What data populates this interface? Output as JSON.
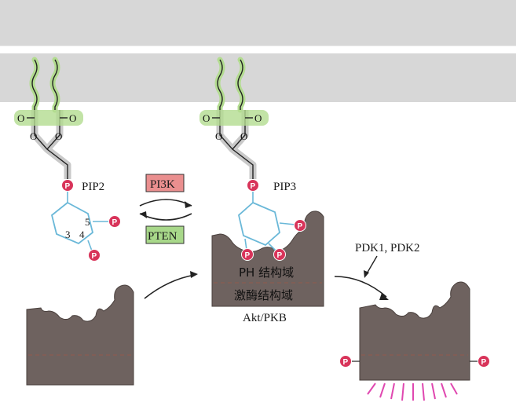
{
  "left_molecule": {
    "name": "PIP2",
    "ring_positions": [
      "5",
      "3",
      "4"
    ]
  },
  "right_molecule": {
    "name": "PIP3"
  },
  "enzymes": {
    "forward": "PI3K",
    "reverse": "PTEN"
  },
  "kinases": "PDK1, PDK2",
  "domains": {
    "ph": "PH 结构域",
    "kinase": "激酶结构域",
    "protein": "Akt/PKB"
  },
  "phosphate_symbol": "P",
  "atoms": {
    "oxygen": "O"
  },
  "colors": {
    "membrane": "#d7d7d7",
    "lipid_glow": "#b3dc90",
    "protein": "#6e625f",
    "ring": "#6ab8d8",
    "phosphate": "#d8345a",
    "pi3k_box": "#ea8f8f",
    "pten_box": "#a8d88a",
    "activation_rays": "#e048b0"
  }
}
